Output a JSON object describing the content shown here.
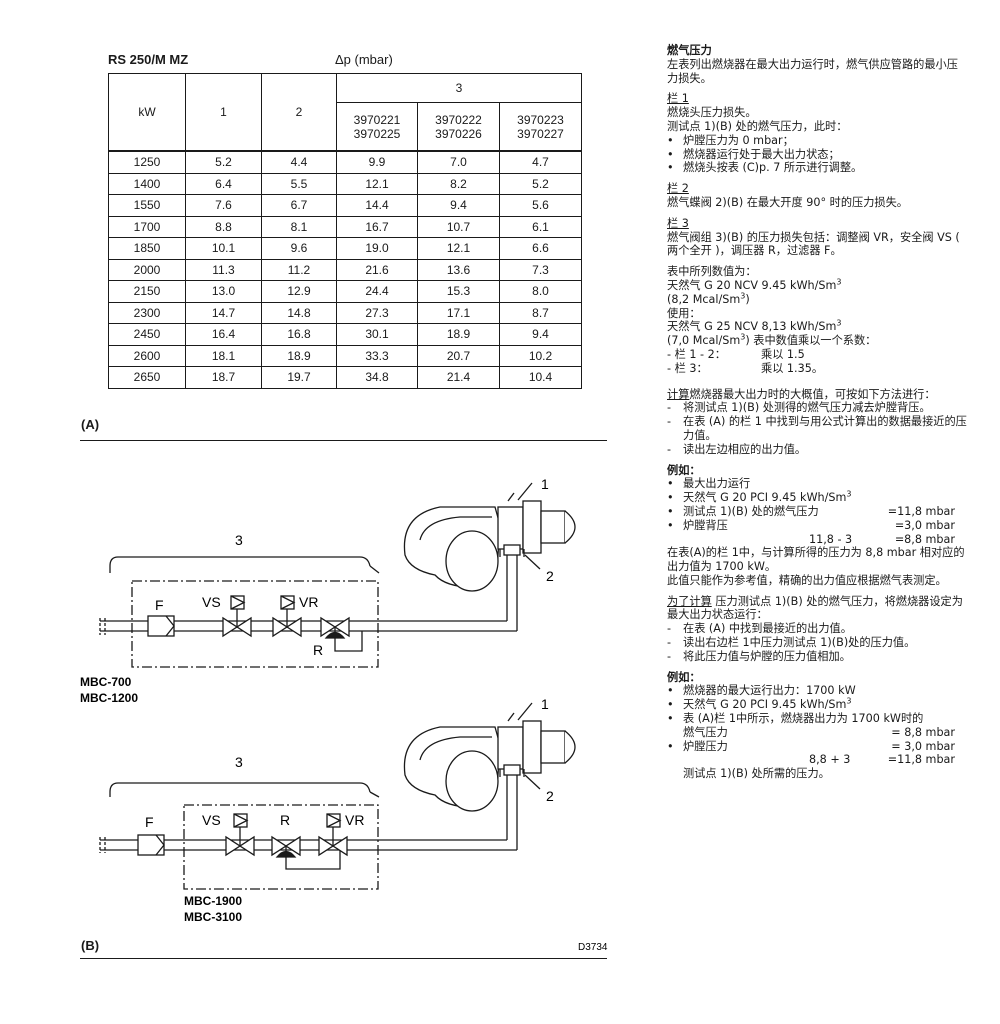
{
  "table_header": {
    "model": "RS 250/M MZ",
    "unit": "Δp (mbar)"
  },
  "table": {
    "col_kw": "kW",
    "col_1": "1",
    "col_2": "2",
    "col_3": "3",
    "sub_a": [
      "3970221",
      "3970225"
    ],
    "sub_b": [
      "3970222",
      "3970226"
    ],
    "sub_c": [
      "3970223",
      "3970227"
    ],
    "rows": [
      [
        "1250",
        "5.2",
        "4.4",
        "9.9",
        "7.0",
        "4.7"
      ],
      [
        "1400",
        "6.4",
        "5.5",
        "12.1",
        "8.2",
        "5.2"
      ],
      [
        "1550",
        "7.6",
        "6.7",
        "14.4",
        "9.4",
        "5.6"
      ],
      [
        "1700",
        "8.8",
        "8.1",
        "16.7",
        "10.7",
        "6.1"
      ],
      [
        "1850",
        "10.1",
        "9.6",
        "19.0",
        "12.1",
        "6.6"
      ],
      [
        "2000",
        "11.3",
        "11.2",
        "21.6",
        "13.6",
        "7.3"
      ],
      [
        "2150",
        "13.0",
        "12.9",
        "24.4",
        "15.3",
        "8.0"
      ],
      [
        "2300",
        "14.7",
        "14.8",
        "27.3",
        "17.1",
        "8.7"
      ],
      [
        "2450",
        "16.4",
        "16.8",
        "30.1",
        "18.9",
        "9.4"
      ],
      [
        "2600",
        "18.1",
        "18.9",
        "33.3",
        "20.7",
        "10.2"
      ],
      [
        "2650",
        "18.7",
        "19.7",
        "34.8",
        "21.4",
        "10.4"
      ]
    ]
  },
  "figure_a_label": "(A)",
  "figure_b_label": "(B)",
  "diagram": {
    "group_label": "3",
    "point_1": "1",
    "point_2": "2",
    "filter": "F",
    "valve_vs": "VS",
    "valve_vr": "VR",
    "regulator": "R",
    "model_top_1": "MBC-700",
    "model_top_2": "MBC-1200",
    "model_bottom_1": "MBC-1900",
    "model_bottom_2": "MBC-3100",
    "drawing_code": "D3734"
  },
  "text": {
    "title": "燃气压力",
    "intro": "左表列出燃烧器在最大出力运行时，燃气供应管路的最小压力损失。",
    "col1_heading": "栏 1",
    "col1_line1": "燃烧头压力损失。",
    "col1_line2": "测试点 1)(B) 处的燃气压力，此时：",
    "col1_bullets": [
      "炉膛压力为 0 mbar；",
      "燃烧器运行处于最大出力状态；",
      "燃烧头按表 (C)p. 7 所示进行调整。"
    ],
    "col2_heading": "栏 2",
    "col2_line1": "燃气蝶阀 2)(B) 在最大开度 90° 时的压力损失。",
    "col3_heading": "栏 3",
    "col3_line1": "燃气阀组 3)(B) 的压力损失包括：调整阀 VR，安全阀 VS ( 两个全开 )，调压器 R，过滤器 F。",
    "values_l1": "表中所列数值为：",
    "values_l2": "天然气 G 20 NCV 9.45 kWh/Sm",
    "values_l3": "(8,2 Mcal/Sm",
    "values_l4": "使用：",
    "values_l5": "天然气 G 25 NCV 8,13 kWh/Sm",
    "values_l6a": "(7,0 Mcal/Sm",
    "values_l6b": ") 表中数值乘以一个系数：",
    "factor_1_label": "- 栏 1 - 2：",
    "factor_1_value": "乘以 1.5",
    "factor_2_label": "- 栏 3：",
    "factor_2_value": "乘以 1.35。",
    "calc_heading": "计算",
    "calc_line1": "燃烧器最大出力时的大概值，可按如下方法进行：",
    "calc_steps": [
      "将测试点 1)(B) 处测得的燃气压力减去炉膛背压。",
      "在表 (A) 的栏 1 中找到与用公式计算出的数据最接近的压力值。",
      "读出左边相应的出力值。"
    ],
    "example1_heading": "例如：",
    "ex1_b1": "最大出力运行",
    "ex1_b2": "天然气 G 20 PCI 9.45 kWh/Sm",
    "ex1_b3_label": "测试点 1)(B) 处的燃气压力",
    "ex1_b3_value": "=11,8 mbar",
    "ex1_b4_label": "炉膛背压",
    "ex1_b4_value": "=3,0 mbar",
    "ex1_calc": "11,8 - 3",
    "ex1_calc_value": "=8,8 mbar",
    "ex1_result": "在表(A)的栏 1中，与计算所得的压力为 8,8 mbar 相对应的出力值为 1700 kW。",
    "ex1_note": "此值只能作为参考值，精确的出力值应根据燃气表测定。",
    "calc2_heading": "为了计算",
    "calc2_line1": " 压力测试点 1)(B) 处的燃气压力，将燃烧器设定为最大出力状态运行：",
    "calc2_steps": [
      "在表 (A) 中找到最接近的出力值。",
      "读出右边栏 1中压力测试点 1)(B)处的压力值。",
      "将此压力值与炉膛的压力值相加。"
    ],
    "example2_heading": "例如：",
    "ex2_b1": "燃烧器的最大运行出力：1700 kW",
    "ex2_b2": "天然气 G 20 PCI 9.45 kWh/Sm",
    "ex2_b3": "表 (A)栏 1中所示，燃烧器出力为 1700 kW时的",
    "ex2_b3_label": "燃气压力",
    "ex2_b3_value": "= 8,8 mbar",
    "ex2_b4_label": "炉膛压力",
    "ex2_b4_value": "= 3,0 mbar",
    "ex2_calc": "8,8 + 3",
    "ex2_calc_value": "=11,8 mbar",
    "ex2_result": "测试点 1)(B) 处所需的压力。",
    "sup3": "3",
    "close_paren": ")"
  }
}
